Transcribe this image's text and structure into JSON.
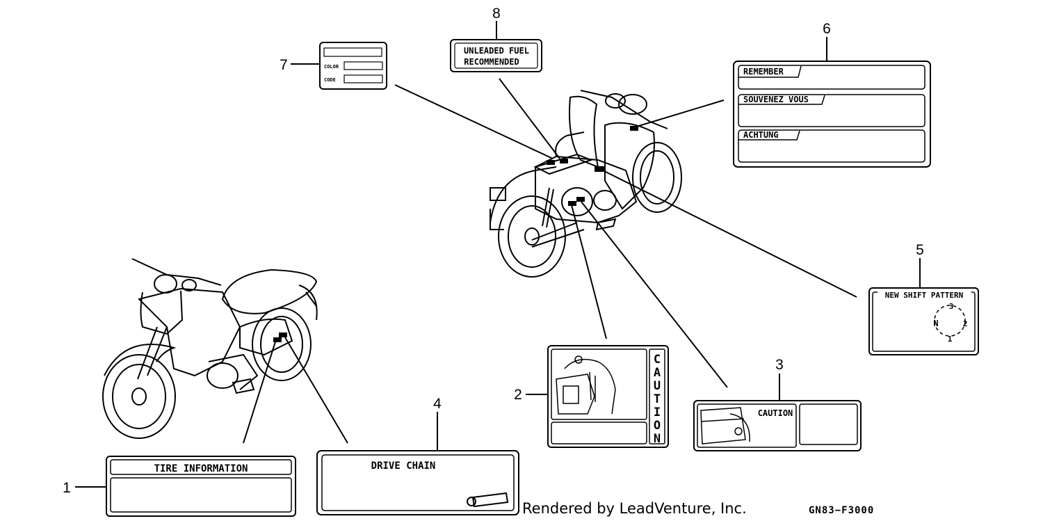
{
  "diagram": {
    "callouts": {
      "c1": "1",
      "c2": "2",
      "c3": "3",
      "c4": "4",
      "c5": "5",
      "c6": "6",
      "c7": "7",
      "c8": "8"
    },
    "labels": {
      "tire_information": "TIRE  INFORMATION",
      "drive_chain": "DRIVE  CHAIN",
      "caution_vertical": [
        "C",
        "A",
        "U",
        "T",
        "I",
        "O",
        "N"
      ],
      "caution": "CAUTION",
      "new_shift_pattern": "NEW SHIFT PATTERN",
      "shift_digits": {
        "n": "N",
        "one": "1",
        "two": "2",
        "three": "3"
      },
      "remember": "REMEMBER",
      "souvenez_vous": "SOUVENEZ VOUS",
      "achtung": "ACHTUNG",
      "color": "COLOR",
      "code": "CODE",
      "unleaded_line1": "UNLEADED FUEL",
      "unleaded_line2": "RECOMMENDED"
    }
  },
  "footer": {
    "rendered_by": "Rendered by LeadVenture, Inc.",
    "diagram_code": "GN83−F3000"
  }
}
